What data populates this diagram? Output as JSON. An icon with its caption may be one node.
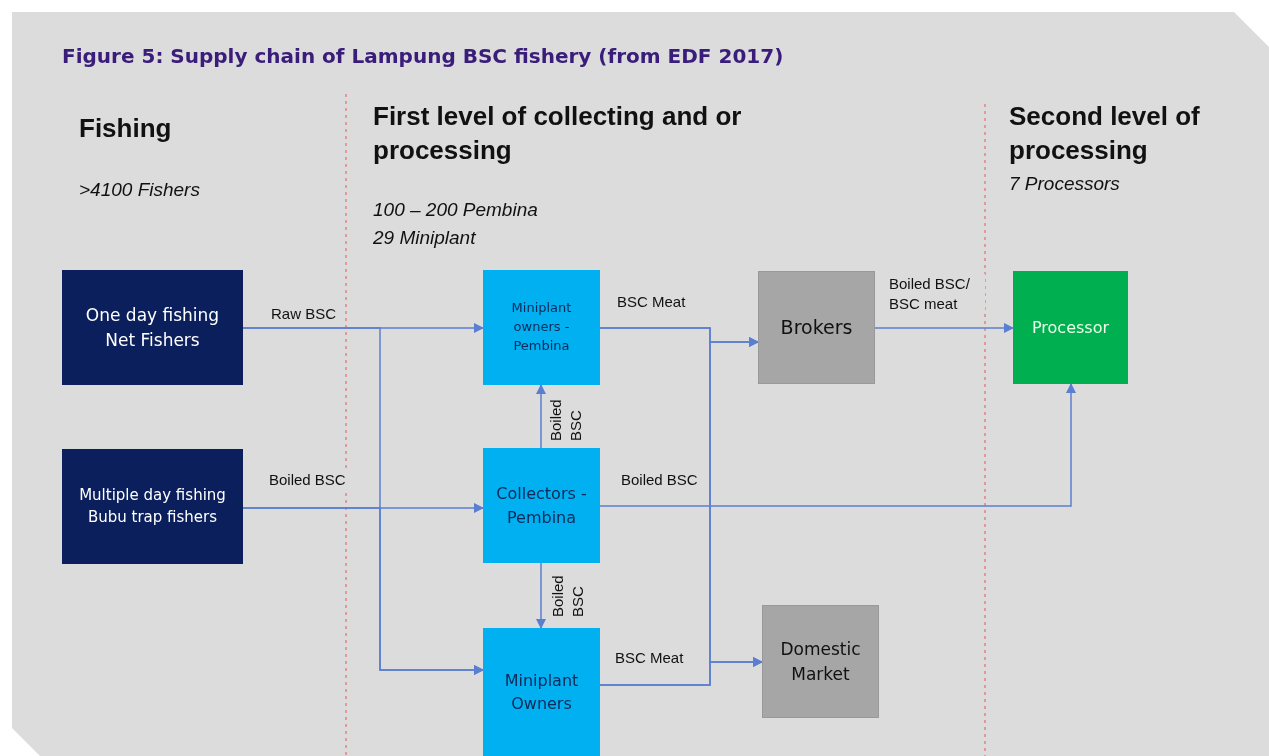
{
  "diagram": {
    "title": "Figure 5: Supply chain of Lampung BSC fishery (from EDF 2017)",
    "nodes": [
      {
        "text": [
          "One day fishing Net Fishers"
        ]
      },
      {
        "text": [
          "Multiple day fishing Bubu trap fishers"
        ]
      },
      {
        "text": [
          "Miniplant owners - Pembina"
        ]
      },
      {
        "text": [
          "Collectors - Pembina"
        ]
      },
      {
        "text": [
          "Miniplant Owners"
        ]
      },
      {
        "text": [
          "Brokers"
        ]
      },
      {
        "text": [
          "Domestic Market"
        ]
      },
      {
        "text": [
          "Processor"
        ]
      }
    ],
    "edges": [
      {
        "from": 0,
        "to": 2,
        "arrow": "to",
        "label": "Raw BSC"
      },
      {
        "from": 0,
        "to": 4,
        "arrow": "to"
      },
      {
        "from": 1,
        "to": 3,
        "arrow": "to",
        "label": "Boiled BSC"
      },
      {
        "from": 1,
        "to": 4,
        "arrow": "to"
      },
      {
        "from": 3,
        "to": 2,
        "arrow": "to",
        "label": "Boiled BSC"
      },
      {
        "from": 3,
        "to": 4,
        "arrow": "to",
        "label": "Boiled BSC"
      },
      {
        "from": 2,
        "to": 5,
        "arrow": "to",
        "label": "BSC Meat"
      },
      {
        "from": 2,
        "to": 6,
        "arrow": "to"
      },
      {
        "from": 4,
        "to": 5,
        "arrow": "to"
      },
      {
        "from": 4,
        "to": 6,
        "arrow": "to",
        "label": "BSC Meat"
      },
      {
        "from": 3,
        "to": 7,
        "arrow": "to",
        "label": "Boiled BSC"
      },
      {
        "from": 5,
        "to": 7,
        "arrow": "to",
        "label": "Boiled BSC/ BSC meat"
      }
    ],
    "labels": [
      "Fishing",
      ">4100 Fishers",
      "First level of collecting and or processing",
      "100 – 200 Pembina",
      "29 Miniplant",
      "Second level of processing",
      "7 Processors"
    ]
  }
}
